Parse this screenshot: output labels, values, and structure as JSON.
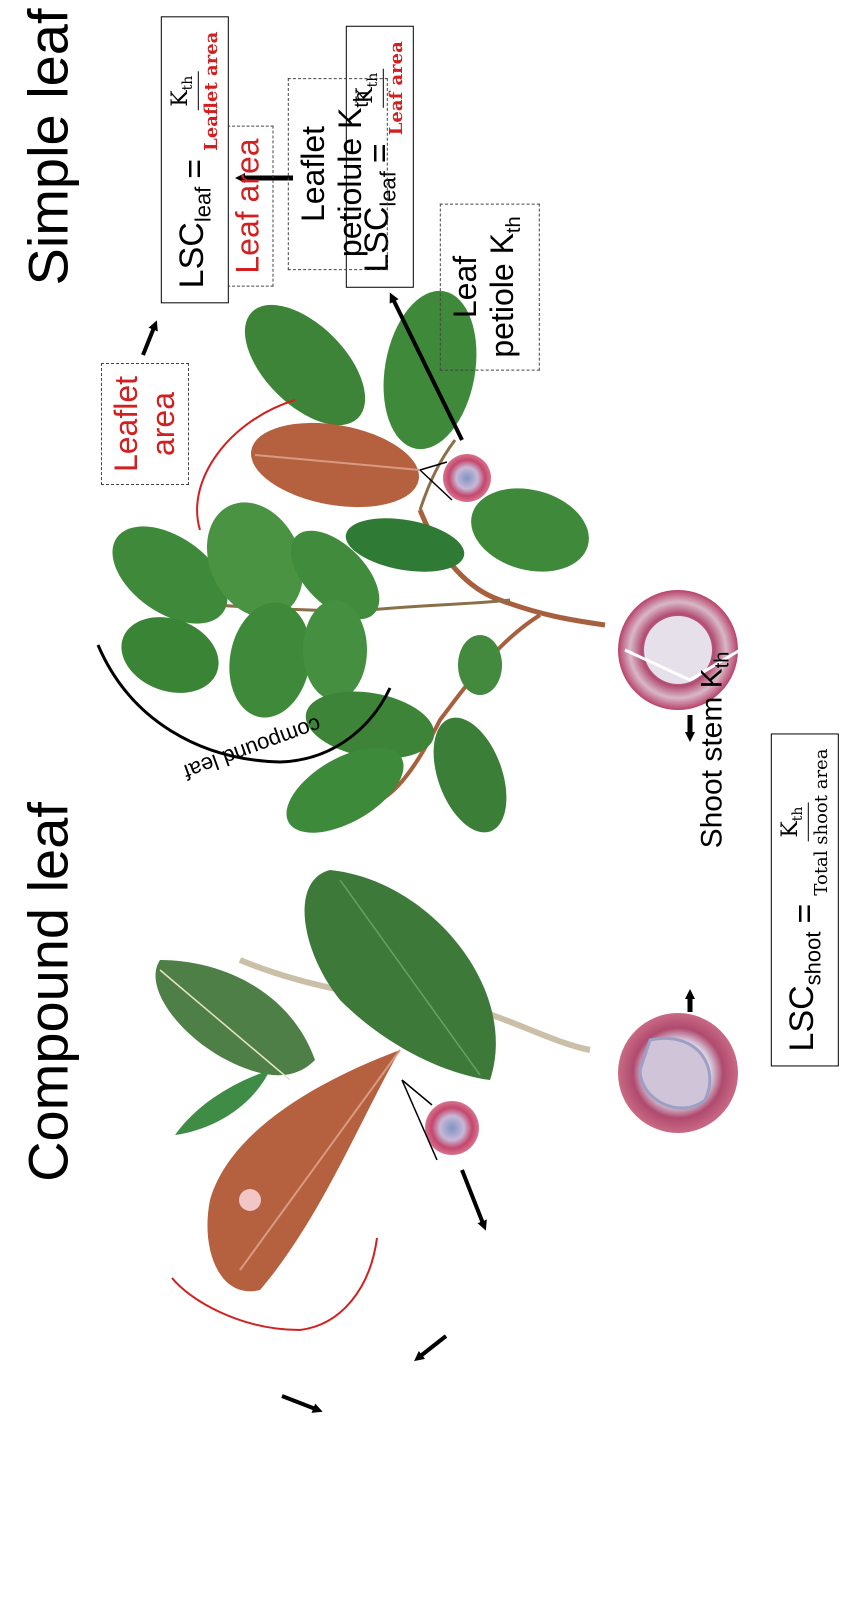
{
  "headings": {
    "simple": "Simple leaf",
    "compound": "Compound leaf"
  },
  "simple_leaf": {
    "leaf_area_label": "Leaf area",
    "petiole_line1": "Leaf",
    "petiole_line2": "petiole K",
    "petiole_sub": "th",
    "lsc_main": "LSC",
    "lsc_sub": "leaf",
    "equals": "=",
    "frac_num": "K",
    "frac_num_sub": "th",
    "frac_den": "Leaf area"
  },
  "compound_leaf": {
    "leaflet_area_line1": "Leaflet",
    "leaflet_area_line2": "area",
    "petiolule_line1": "Leaflet",
    "petiolule_line2": "petiolule K",
    "petiolule_sub": "th",
    "lsc_main": "LSC",
    "lsc_sub": "leaf",
    "equals": "=",
    "frac_num": "K",
    "frac_num_sub": "th",
    "frac_den": "Leaflet area",
    "arc_label": "compound leaf"
  },
  "shoot": {
    "stem_label": "Shoot stem K",
    "stem_sub": "th",
    "lsc_main": "LSC",
    "lsc_sub": "shoot",
    "equals": "=",
    "frac_num": "K",
    "frac_num_sub": "th",
    "frac_den": "Total shoot area"
  },
  "colors": {
    "red_label": "#d21f1f",
    "highlight_leaf": "#b5613f",
    "green_leaf": "#3f8a3a",
    "section_tissue": "#c7486a"
  }
}
